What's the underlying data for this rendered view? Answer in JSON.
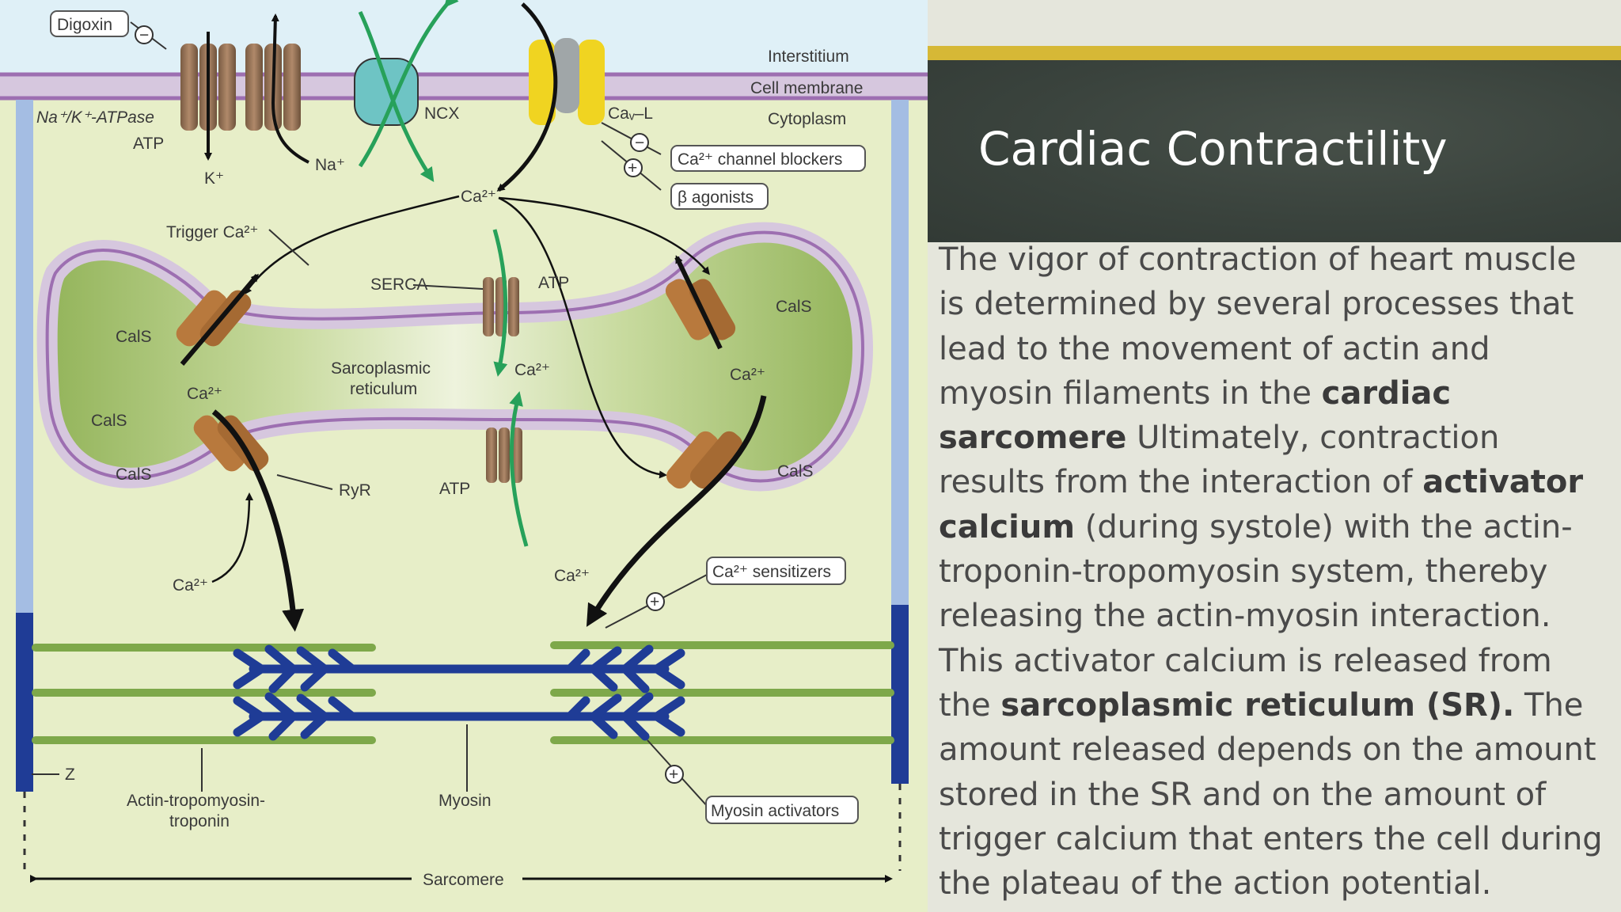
{
  "slide": {
    "title": "Cardiac Contractility",
    "paragraph": [
      {
        "text": "The vigor of contraction of heart muscle is determined by several processes that lead to the movement of actin and myosin filaments in the ",
        "bold": false
      },
      {
        "text": "cardiac sarcomere",
        "bold": true
      },
      {
        "text": " Ultimately, contraction results from the interaction of ",
        "bold": false
      },
      {
        "text": "activator calcium",
        "bold": true
      },
      {
        "text": " (during systole) with the actin-troponin-tropomyosin system, thereby releasing the actin-myosin interaction. This activator calcium is released from the ",
        "bold": false
      },
      {
        "text": "sarcoplasmic reticulum (SR).",
        "bold": true
      },
      {
        "text": " The amount released depends on the amount stored in the SR and on the amount of trigger calcium that enters the cell during the plateau of the action potential.",
        "bold": false
      }
    ],
    "accent_color": "#d6b836",
    "title_panel_color": "#3a433d"
  },
  "figure": {
    "labels": {
      "digoxin": "Digoxin",
      "interstitium": "Interstitium",
      "cell_membrane": "Cell membrane",
      "cytoplasm": "Cytoplasm",
      "na_k_atpase": "Na⁺/K⁺-ATPase",
      "atp_pump": "ATP",
      "k_ion": "K⁺",
      "na_ion": "Na⁺",
      "ncx": "NCX",
      "cav_l": "Caᵥ–L",
      "ca_channel_blockers": "Ca²⁺ channel blockers",
      "beta_agonists": "β agonists",
      "ca_center": "Ca²⁺",
      "trigger_ca": "Trigger Ca²⁺",
      "serca": "SERCA",
      "atp_serca": "ATP",
      "cals_1": "CalS",
      "cals_2": "CalS",
      "cals_3": "CalS",
      "cals_4": "CalS",
      "cals_5": "CalS",
      "sarcoplasmic_reticulum": "Sarcoplasmic",
      "sarcoplasmic_reticulum_2": "reticulum",
      "ca_left": "Ca²⁺",
      "ca_sr_center": "Ca²⁺",
      "ca_right": "Ca²⁺",
      "ryr": "RyR",
      "atp_bottom": "ATP",
      "ca_bottom_left": "Ca²⁺",
      "ca_bottom_right": "Ca²⁺",
      "ca_sensitizers": "Ca²⁺ sensitizers",
      "z_line": "Z",
      "actin_tropomyosin": "Actin-tropomyosin-",
      "troponin": "troponin",
      "myosin": "Myosin",
      "myosin_activators": "Myosin activators",
      "sarcomere": "Sarcomere",
      "minus": "−",
      "plus": "+"
    }
  }
}
